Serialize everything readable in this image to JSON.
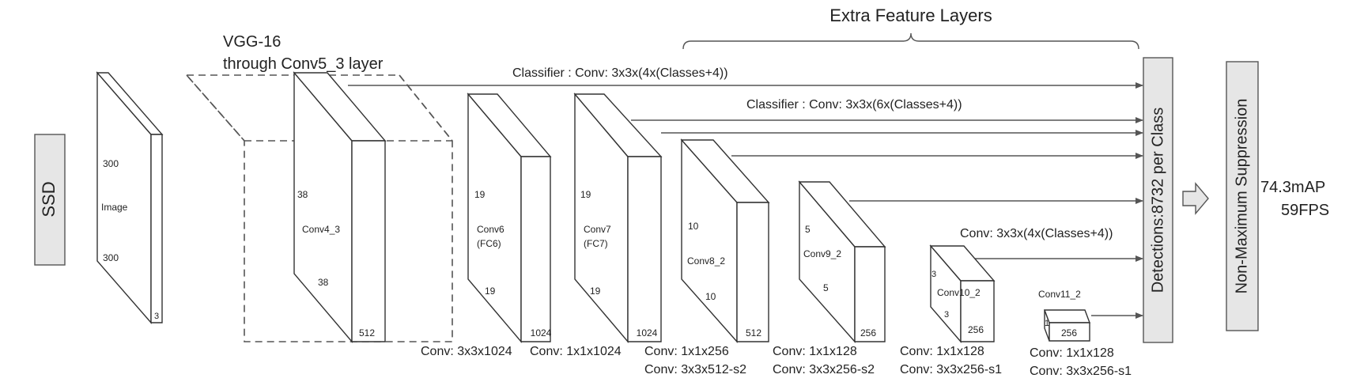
{
  "title_extra": "Extra Feature Layers",
  "vgg": {
    "line1": "VGG-16",
    "line2": "through Conv5_3 layer"
  },
  "ssd_label": "SSD",
  "image": {
    "height": "300",
    "label": "Image",
    "width": "300",
    "depth": "3"
  },
  "conv4_3": {
    "size_top": "38",
    "label": "Conv4_3",
    "size_bottom": "38",
    "depth": "512"
  },
  "conv6": {
    "size_top": "19",
    "label_line1": "Conv6",
    "label_line2": "(FC6)",
    "size_bottom": "19",
    "depth": "1024"
  },
  "conv7": {
    "size_top": "19",
    "label_line1": "Conv7",
    "label_line2": "(FC7)",
    "size_bottom": "19",
    "depth": "1024"
  },
  "conv8_2": {
    "size_top": "10",
    "label": "Conv8_2",
    "size_bottom": "10",
    "depth": "512"
  },
  "conv9_2": {
    "size_top": "5",
    "label": "Conv9_2",
    "size_bottom": "5",
    "depth": "256"
  },
  "conv10_2": {
    "size_top": "3",
    "label": "Conv10_2",
    "size_bottom": "3",
    "depth": "256"
  },
  "conv11_2": {
    "size": "1",
    "label": "Conv11_2",
    "depth": "256"
  },
  "classifiers": {
    "first": "Classifier : Conv: 3x3x(4x(Classes+4))",
    "second": "Classifier : Conv: 3x3x(6x(Classes+4))",
    "third": "Conv: 3x3x(4x(Classes+4))"
  },
  "bottom_labels": {
    "conv6_op": "Conv: 3x3x1024",
    "conv7_op": "Conv: 1x1x1024",
    "conv8_op1": "Conv: 1x1x256",
    "conv8_op2": "Conv:  3x3x512-s2",
    "conv9_op1": "Conv: 1x1x128",
    "conv9_op2": "Conv: 3x3x256-s2",
    "conv10_op1": "Conv: 1x1x128",
    "conv10_op2": "Conv: 3x3x256-s1",
    "conv11_op1": "Conv: 1x1x128",
    "conv11_op2": "Conv: 3x3x256-s1"
  },
  "detections_label": "Detections:8732  per Class",
  "nms_label": "Non-Maximum Suppression",
  "result": {
    "map": "74.3mAP",
    "fps": "59FPS"
  }
}
